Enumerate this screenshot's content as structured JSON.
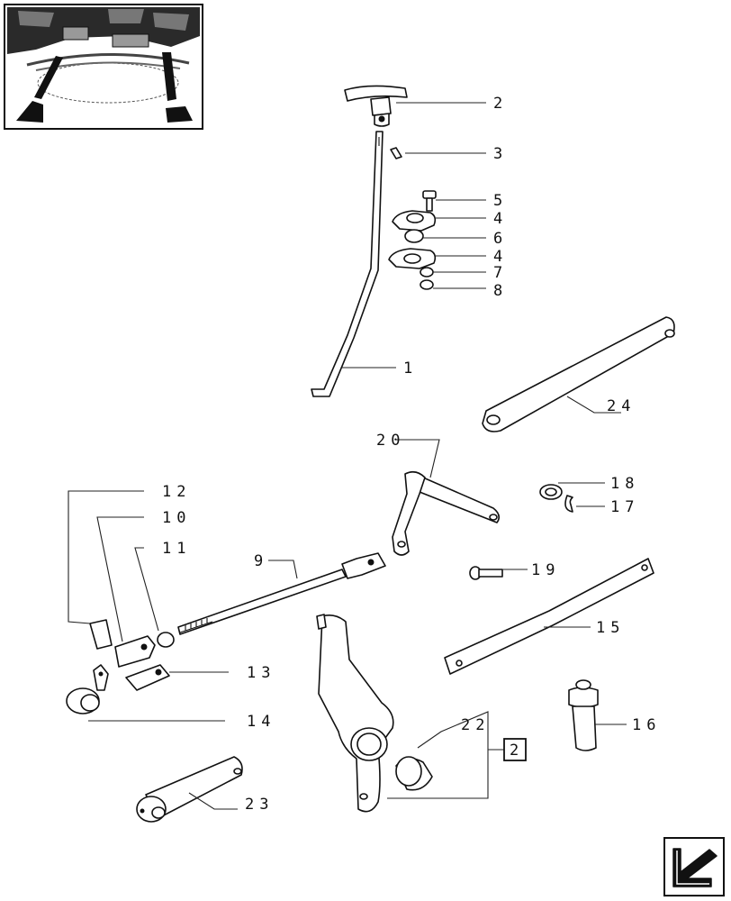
{
  "callouts": {
    "c1": "1",
    "c2": "2",
    "c3": "3",
    "c4a": "4",
    "c4b": "4",
    "c5": "5",
    "c6": "6",
    "c7": "7",
    "c8": "8",
    "c9": "9",
    "c10": "10",
    "c11": "11",
    "c12": "12",
    "c13": "13",
    "c14": "14",
    "c15": "15",
    "c16": "16",
    "c17": "17",
    "c18": "18",
    "c19": "19",
    "c20": "20",
    "c22": "22",
    "c23": "23",
    "c24": "24",
    "ref_box": "2"
  },
  "icons": {
    "thumbnail": "tractor-pedal-area-thumbnail-icon",
    "nav": "next-page-arrow-icon"
  }
}
